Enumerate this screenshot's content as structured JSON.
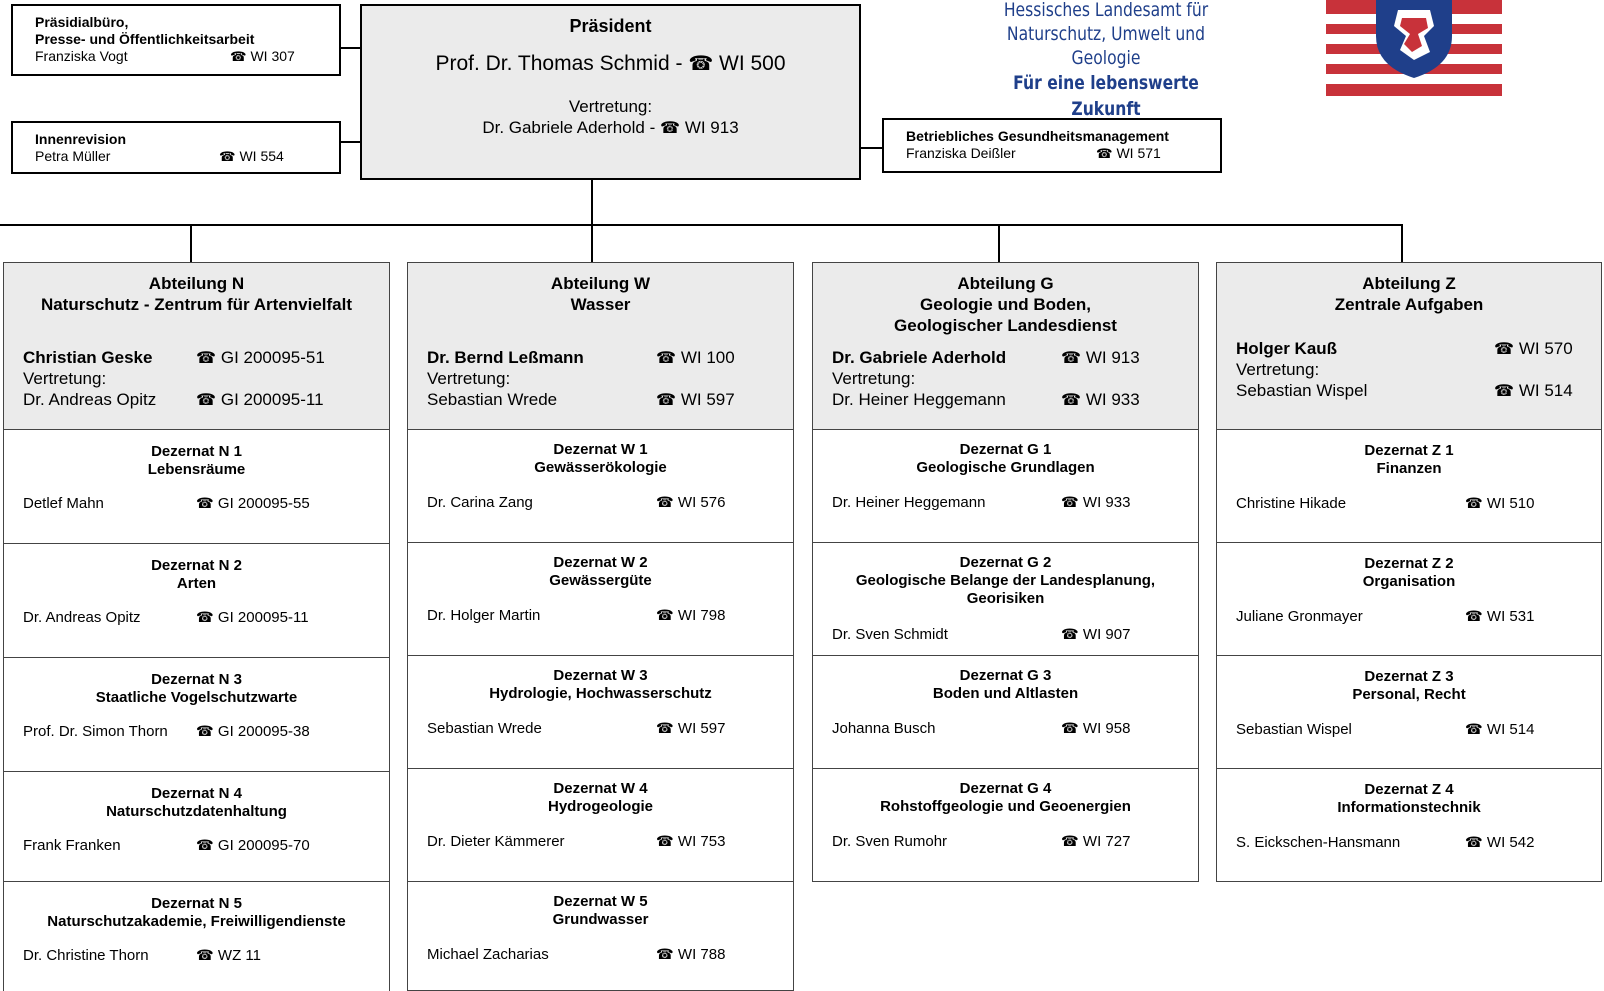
{
  "staff_units": [
    {
      "title": "Präsidialbüro,",
      "title2": "Presse- und Öffentlichkeitsarbeit",
      "person": "Franziska Vogt",
      "phone": "WI 307"
    },
    {
      "title": "Innenrevision",
      "person": "Petra Müller",
      "phone": "WI 554"
    },
    {
      "title": "Betriebliches Gesundheitsmanagement",
      "person": "Franziska Deißler",
      "phone": "WI 571"
    }
  ],
  "president": {
    "title": "Präsident",
    "name": "Prof. Dr. Thomas Schmid - ",
    "phone": "WI 500",
    "deputy_label": "Vertretung:",
    "deputy": "Dr. Gabriele Aderhold - ",
    "deputy_phone": "WI 913"
  },
  "logo": {
    "line1": "Hessisches Landesamt für",
    "line2": "Naturschutz, Umwelt und Geologie",
    "slogan": "Für eine lebenswerte Zukunft",
    "colors": {
      "blue": "#1f3f8a",
      "red": "#c8323a"
    }
  },
  "icons": {
    "phone": "☎"
  },
  "departments": [
    {
      "title1": "Abteilung N",
      "title2": "Naturschutz - Zentrum für Artenvielfalt",
      "title3": "",
      "head": "Christian Geske",
      "head_phone": "GI 200095-51",
      "deputy_label": "Vertretung:",
      "deputy": "Dr. Andreas Opitz",
      "deputy_phone": "GI 200095-11",
      "units": [
        {
          "code": "Dezernat N 1",
          "name": "Lebensräume",
          "person": "Detlef Mahn",
          "phone": "GI 200095-55"
        },
        {
          "code": "Dezernat N 2",
          "name": "Arten",
          "person": "Dr. Andreas Opitz",
          "phone": "GI 200095-11"
        },
        {
          "code": "Dezernat N 3",
          "name": "Staatliche Vogelschutzwarte",
          "person": "Prof. Dr. Simon Thorn",
          "phone": "GI 200095-38"
        },
        {
          "code": "Dezernat N 4",
          "name": "Naturschutzdatenhaltung",
          "person": "Frank Franken",
          "phone": "GI 200095-70"
        },
        {
          "code": "Dezernat N 5",
          "name": "Naturschutzakademie, Freiwilligendienste",
          "person": "Dr. Christine Thorn",
          "phone": "WZ 11"
        }
      ]
    },
    {
      "title1": "Abteilung W",
      "title2": "Wasser",
      "title3": "",
      "head": "Dr. Bernd Leßmann",
      "head_phone": "WI 100",
      "deputy_label": "Vertretung:",
      "deputy": "Sebastian Wrede",
      "deputy_phone": "WI 597",
      "units": [
        {
          "code": "Dezernat W 1",
          "name": "Gewässerökologie",
          "person": "Dr. Carina Zang",
          "phone": "WI 576"
        },
        {
          "code": "Dezernat W 2",
          "name": "Gewässergüte",
          "person": "Dr. Holger Martin",
          "phone": "WI 798"
        },
        {
          "code": "Dezernat W 3",
          "name": "Hydrologie, Hochwasserschutz",
          "person": "Sebastian Wrede",
          "phone": "WI 597"
        },
        {
          "code": "Dezernat W 4",
          "name": "Hydrogeologie",
          "person": "Dr. Dieter Kämmerer",
          "phone": "WI 753"
        },
        {
          "code": "Dezernat W 5",
          "name": "Grundwasser",
          "person": "Michael Zacharias",
          "phone": "WI 788"
        }
      ]
    },
    {
      "title1": "Abteilung G",
      "title2": "Geologie und Boden,",
      "title3": "Geologischer Landesdienst",
      "head": "Dr. Gabriele Aderhold",
      "head_phone": "WI 913",
      "deputy_label": "Vertretung:",
      "deputy": "Dr. Heiner Heggemann",
      "deputy_phone": "WI 933",
      "units": [
        {
          "code": "Dezernat G 1",
          "name": "Geologische Grundlagen",
          "person": "Dr. Heiner Heggemann",
          "phone": "WI 933"
        },
        {
          "code": "Dezernat G 2",
          "name": "Geologische Belange der Landesplanung,",
          "name2": "Georisiken",
          "person": "Dr. Sven Schmidt",
          "phone": "WI 907"
        },
        {
          "code": "Dezernat G 3",
          "name": "Boden und Altlasten",
          "person": "Johanna Busch",
          "phone": "WI 958"
        },
        {
          "code": "Dezernat G 4",
          "name": "Rohstoffgeologie und Geoenergien",
          "person": "Dr. Sven Rumohr",
          "phone": "WI 727"
        }
      ]
    },
    {
      "title1": "Abteilung Z",
      "title2": "Zentrale Aufgaben",
      "title3": "",
      "head": "Holger Kauß",
      "head_phone": "WI 570",
      "deputy_label": "Vertretung:",
      "deputy": "Sebastian Wispel",
      "deputy_phone": "WI 514",
      "units": [
        {
          "code": "Dezernat Z 1",
          "name": "Finanzen",
          "person": "Christine Hikade",
          "phone": "WI 510"
        },
        {
          "code": "Dezernat Z 2",
          "name": "Organisation",
          "person": "Juliane Gronmayer",
          "phone": "WI 531"
        },
        {
          "code": "Dezernat Z 3",
          "name": "Personal, Recht",
          "person": "Sebastian Wispel",
          "phone": "WI 514"
        },
        {
          "code": "Dezernat Z 4",
          "name": "Informationstechnik",
          "person": "S. Eickschen-Hansmann",
          "phone": "WI 542"
        }
      ]
    }
  ]
}
